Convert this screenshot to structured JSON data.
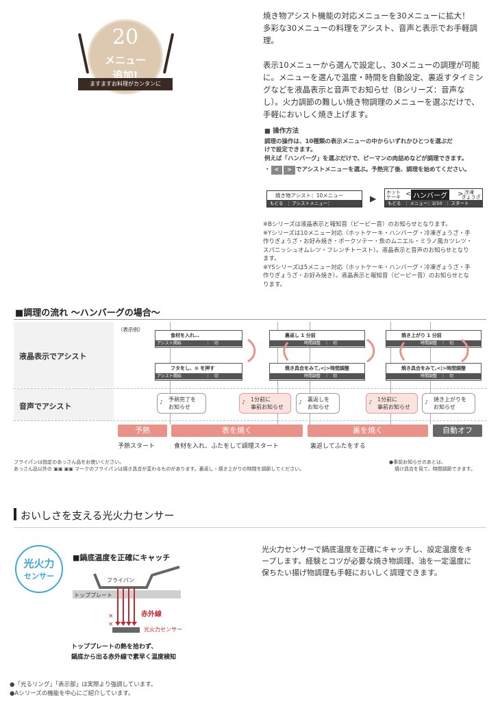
{
  "badge": {
    "number": "20",
    "line2": "メニュー",
    "line3": "追加!",
    "ribbon": "ますますお料理がカンタンに"
  },
  "intro": {
    "p1": [
      "焼き物アシスト機能の対応メニューを30メニューに拡大！",
      "多彩な30メニューの料理をアシスト、音声と表示でお手軽調",
      "理。"
    ],
    "p2": [
      "表示10メニューから選んで設定し、30メニューの調理が可能",
      "に。メニューを選んで温度・時間を自動設定、裏返すタイミン",
      "グなどを液晶表示と音声でお知らせ（Bシリーズ：音声な",
      "し）。火力調節の難しい焼き物調理のメニューを選ぶだけで、",
      "手軽においしく焼き上げます。"
    ]
  },
  "operation": {
    "heading": "■ 操作方法",
    "lines": [
      "調理の操作は、10種類の表示メニューの中からいずれかひとつを選ぶだ",
      "けで設定できます。",
      "例えば「ハンバーグ」を選ぶだけで、ピーマンの肉詰めなどが調理できます。"
    ],
    "step_prefix": "・",
    "btn_left": "<",
    "btn_right": ">",
    "step_text": "でアシストメニューを選ぶ。予熱完了後、調理を始めてください。",
    "lcd1_top": "焼き物アシスト：10メニュー",
    "lcd1_bot": "もどる　：アシストメニュー：",
    "arrow": "▶",
    "lcd2_left1": "ホット",
    "lcd2_left2": "ケーキ",
    "lcd2_lt": "<",
    "lcd2_main": "ハンバーグ",
    "lcd2_gt": ">",
    "lcd2_right1": "冷凍",
    "lcd2_right2": "ぎょうざ",
    "lcd2_bot": "もどる　：メニュー：2/10　：スタート"
  },
  "notes": [
    "※Bシリーズは液晶表示と報知音（ピーピー音）のお知らせとなります。",
    "※Yシリーズは10メニュー対応（ホットケーキ・ハンバーグ・冷凍ぎょうざ・手",
    "作りぎょうざ・お好み焼き・ポークソテー・魚のムニエル・ミラノ風カツレツ・",
    "スパニッシュオムレツ・フレンチトースト）。液晶表示と音声のお知らせとなり",
    "ます。",
    "※YSシリーズは5メニュー対応（ホットケーキ・ハンバーグ・冷凍ぎょうざ・手",
    "作りぎょうざ・お好み焼き）。液晶表示と報知音（ピーピー音）のお知らせとな",
    "ります。"
  ],
  "flow": {
    "title": "■調理の流れ 〜ハンバーグの場合〜",
    "example_label": "（表示例）",
    "row1_label": "液晶表示でアシスト",
    "row2_label": "音声でアシスト",
    "displays": [
      {
        "top": "食材を入れ…",
        "bot": "アシスト開始　　　　　　｜　切"
      },
      {
        "top": "フタをし、⊙ を押す",
        "bot": "アシスト開始　　　　　　｜　切"
      },
      {
        "top": "裏返し 1 分前",
        "bot": "時間調整　｜　切"
      },
      {
        "top": "焼き具合をみて,<|>時間調整",
        "bot": "時間調整　｜　切"
      },
      {
        "top": "焼き上がり 1 分前",
        "bot": "時間調整　｜　切"
      },
      {
        "top": "焼き具合をみて,<|>時間調整",
        "bot": "時間調整　｜　切"
      }
    ],
    "bubbles": [
      {
        "l1": "予熱完了を",
        "l2": "お知らせ"
      },
      {
        "l1": "1分前に",
        "l2": "事前お知らせ"
      },
      {
        "l1": "裏返しを",
        "l2": "お知らせ"
      },
      {
        "l1": "1分前に",
        "l2": "事前お知らせ"
      },
      {
        "l1": "焼き上がりを",
        "l2": "お知らせ"
      }
    ],
    "mic": "♪",
    "phases": [
      "予熱",
      "表を焼く",
      "裏を焼く",
      "自動オフ"
    ],
    "subs": [
      "予熱スタート",
      "食材を入れ、ふたをして調理スタート",
      "裏返してふたをする"
    ],
    "foot1": "フライパンは指定のあっさん品をお使いください。",
    "foot2": "あっさん品以外の ▣▣ ▣▣ マークのフライパンは焼き具合が変わるものがあります。裏返し・焼き上がりの時間を調節してください。",
    "foot3": "●事前お知らせのあとは、",
    "foot4": "焼け具合を見て、時間調節できます。"
  },
  "sensor": {
    "heading": "おいしさを支える光火力センサー",
    "logo_l1": "光火力",
    "logo_l2": "センサー",
    "sub_heading": "■鍋底温度を正確にキャッチ",
    "pan_label": "フライパン",
    "plate_label": "トッププレート",
    "ir_label": "赤外線",
    "sensor_label": "光火力センサー",
    "caption1": "トッププレートの熱を拾わず、",
    "caption2": "鍋底から出る赤外線で素早く温度検知",
    "text": [
      "光火力センサーで鍋底温度を正確にキャッチし、設定温度をキ",
      "ープします。経験とコツが必要な焼き物調理、油を一定温度に",
      "保ちたい揚げ物調理も手軽においしく調理できます。"
    ]
  },
  "footnotes": [
    "●「光るリング」「表示部」は実際より強調しています。",
    "●Aシリーズの機能を中心にご紹介しています。"
  ],
  "colors": {
    "pink": "#e8928a",
    "accent_red": "#c0282d",
    "sensor_blue": "#3ea6d9"
  }
}
